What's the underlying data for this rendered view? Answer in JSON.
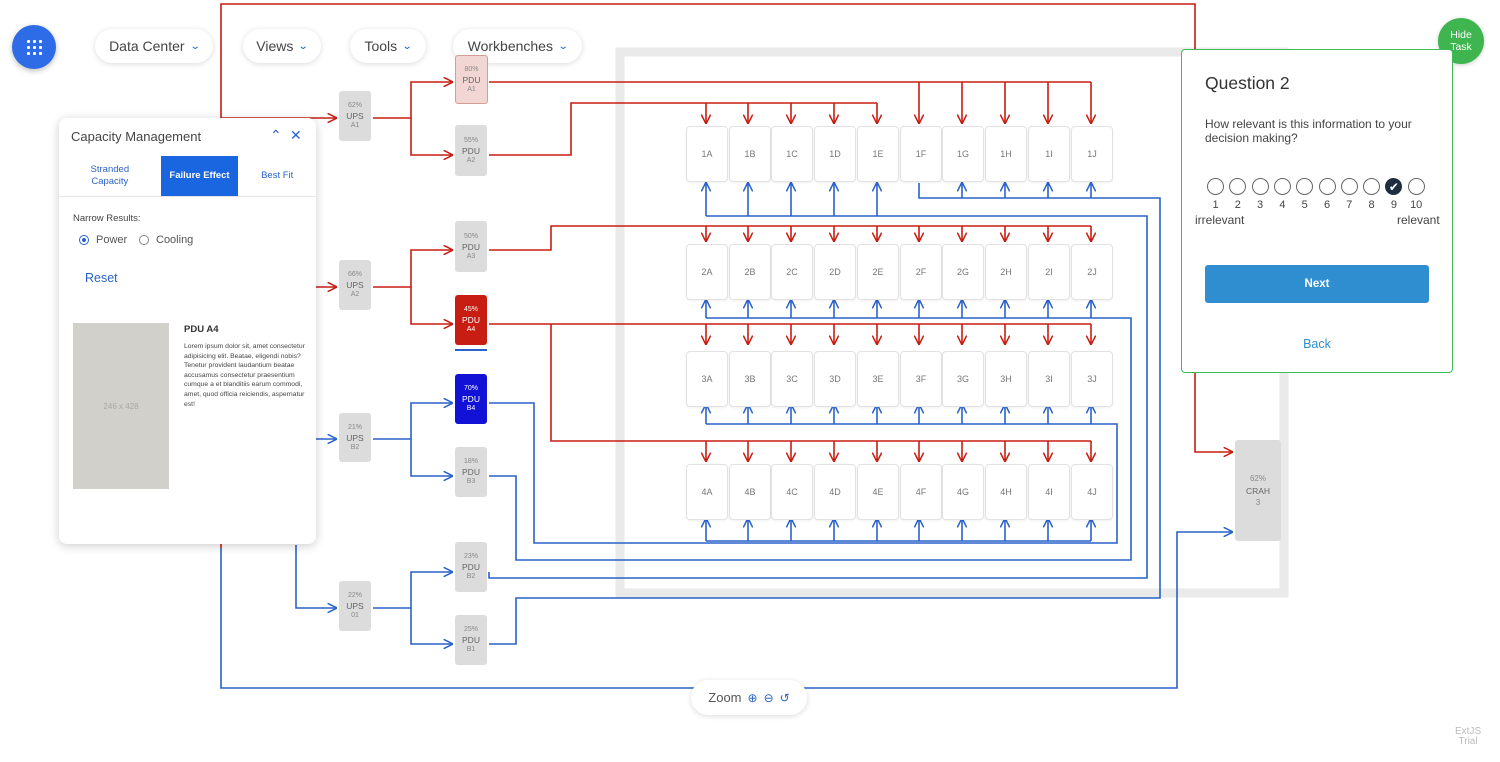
{
  "nav": {
    "menus": [
      {
        "label": "Data Center"
      },
      {
        "label": "Views"
      },
      {
        "label": "Tools"
      },
      {
        "label": "Workbenches"
      }
    ],
    "hide_task_label": "Hide Task"
  },
  "devices": [
    {
      "pct": "62%",
      "type": "UPS",
      "id": "A1",
      "style": "normal"
    },
    {
      "pct": "80%",
      "type": "PDU",
      "id": "A1",
      "style": "pink"
    },
    {
      "pct": "55%",
      "type": "PDU",
      "id": "A2",
      "style": "normal"
    },
    {
      "pct": "66%",
      "type": "UPS",
      "id": "A2",
      "style": "normal"
    },
    {
      "pct": "50%",
      "type": "PDU",
      "id": "A3",
      "style": "normal"
    },
    {
      "pct": "45%",
      "type": "PDU",
      "id": "A4",
      "style": "red"
    },
    {
      "pct": "21%",
      "type": "UPS",
      "id": "B2",
      "style": "normal"
    },
    {
      "pct": "70%",
      "type": "PDU",
      "id": "B4",
      "style": "blue"
    },
    {
      "pct": "18%",
      "type": "PDU",
      "id": "B3",
      "style": "normal"
    },
    {
      "pct": "23%",
      "type": "PDU",
      "id": "B2",
      "style": "normal"
    },
    {
      "pct": "22%",
      "type": "UPS",
      "id": "01",
      "style": "normal"
    },
    {
      "pct": "25%",
      "type": "PDU",
      "id": "B1",
      "style": "normal"
    },
    {
      "pct": "62%",
      "type": "CRAH",
      "id": "3",
      "style": "normal"
    }
  ],
  "racks": {
    "rows": [
      "1",
      "2",
      "3",
      "4"
    ],
    "cols": [
      "A",
      "B",
      "C",
      "D",
      "E",
      "F",
      "G",
      "H",
      "I",
      "J"
    ]
  },
  "capacity_panel": {
    "title": "Capacity Management",
    "tabs": [
      "Stranded Capacity",
      "Failure Effect",
      "Best Fit"
    ],
    "active_tab": "Failure Effect",
    "narrow_label": "Narrow Results:",
    "options": [
      "Power",
      "Cooling"
    ],
    "selected_option": "Power",
    "reset_label": "Reset",
    "image_placeholder": "246 x 428",
    "item_title": "PDU A4",
    "item_text": "Lorem ipsum dolor sit, amet consectetur adipisicing elit. Beatae, eligendi nobis? Tenetur provident laudantium beatae accusamus consectetur praesentium cumque a et blanditiis earum commodi, amet, quod officia reiciendis, aspernatur est!"
  },
  "question": {
    "title": "Question 2",
    "text": "How relevant is this information to your decision making?",
    "scale": [
      "1",
      "2",
      "3",
      "4",
      "5",
      "6",
      "7",
      "8",
      "9",
      "10"
    ],
    "selected": "9",
    "low_label": "irrelevant",
    "high_label": "relevant",
    "next_label": "Next",
    "back_label": "Back"
  },
  "zoom": {
    "label": "Zoom"
  },
  "watermark": {
    "line1": "ExtJS",
    "line2": "Trial"
  },
  "colors": {
    "accent": "#1a66e0",
    "power_red": "#c81d12",
    "power_blue": "#2a62c9",
    "hide_green": "#3eb54f",
    "next_blue": "#2f8ed0"
  }
}
